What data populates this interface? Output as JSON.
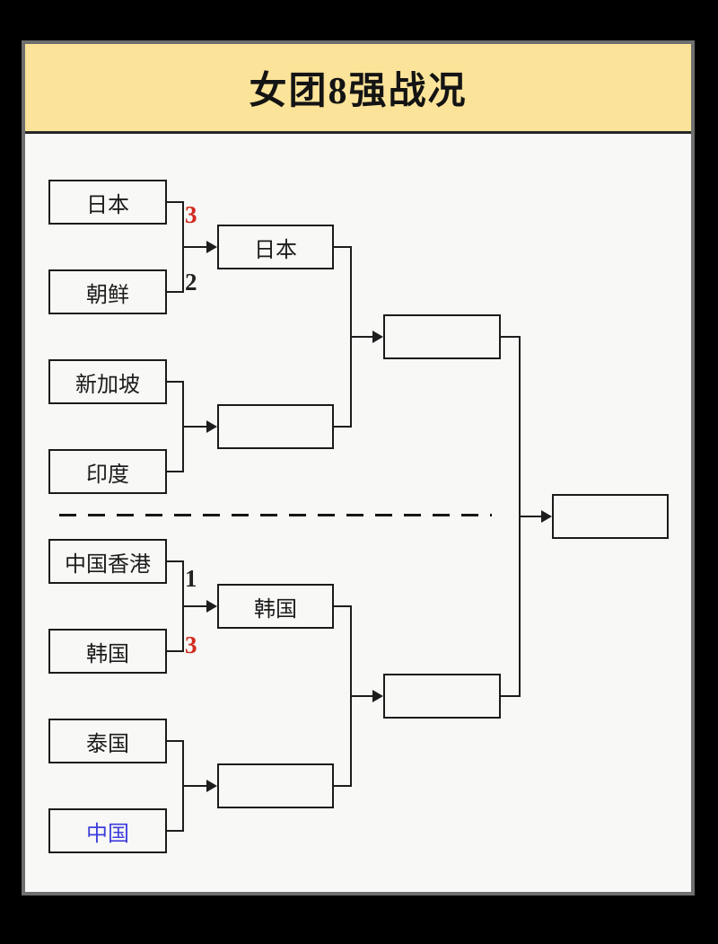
{
  "header": {
    "title": "女团8强战况"
  },
  "colors": {
    "page_background": "#000000",
    "card_background": "#f8f8f6",
    "card_border": "#6f6f6f",
    "header_background": "#fbe399",
    "box_border": "#1b1b1b",
    "connector_line": "#1d1d1d",
    "score_red": "#d22b20",
    "score_black": "#222222",
    "team_blue": "#3e3edc"
  },
  "bracket": {
    "round1_teams": [
      {
        "name": "日本"
      },
      {
        "name": "朝鲜"
      },
      {
        "name": "新加坡"
      },
      {
        "name": "印度"
      },
      {
        "name": "中国香港"
      },
      {
        "name": "韩国"
      },
      {
        "name": "泰国"
      },
      {
        "name": "中国",
        "color": "blue"
      }
    ],
    "match_scores": [
      {
        "team": "日本",
        "value": "3",
        "color": "red"
      },
      {
        "team": "朝鲜",
        "value": "2",
        "color": "black"
      },
      {
        "team": "中国香港",
        "value": "1",
        "color": "black"
      },
      {
        "team": "韩国",
        "value": "3",
        "color": "red"
      }
    ],
    "quarterfinal_winners": [
      {
        "name": "日本"
      },
      {
        "name": ""
      },
      {
        "name": "韩国"
      },
      {
        "name": ""
      }
    ],
    "semifinal_winners": [
      {
        "name": ""
      },
      {
        "name": ""
      }
    ],
    "final_winner": {
      "name": ""
    }
  }
}
